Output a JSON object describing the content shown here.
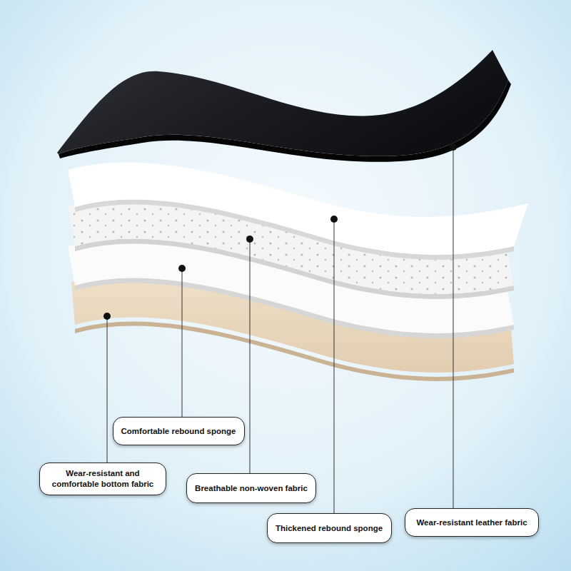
{
  "diagram": {
    "nodes": [
      {
        "text": [
          "Comfortable rebound sponge"
        ]
      },
      {
        "text": [
          "Wear-resistant and comfortable bottom fabric"
        ]
      },
      {
        "text": [
          "Breathable non-woven fabric"
        ]
      },
      {
        "text": [
          "Thickened rebound sponge"
        ]
      },
      {
        "text": [
          "Wear-resistant leather fabric"
        ]
      }
    ]
  }
}
